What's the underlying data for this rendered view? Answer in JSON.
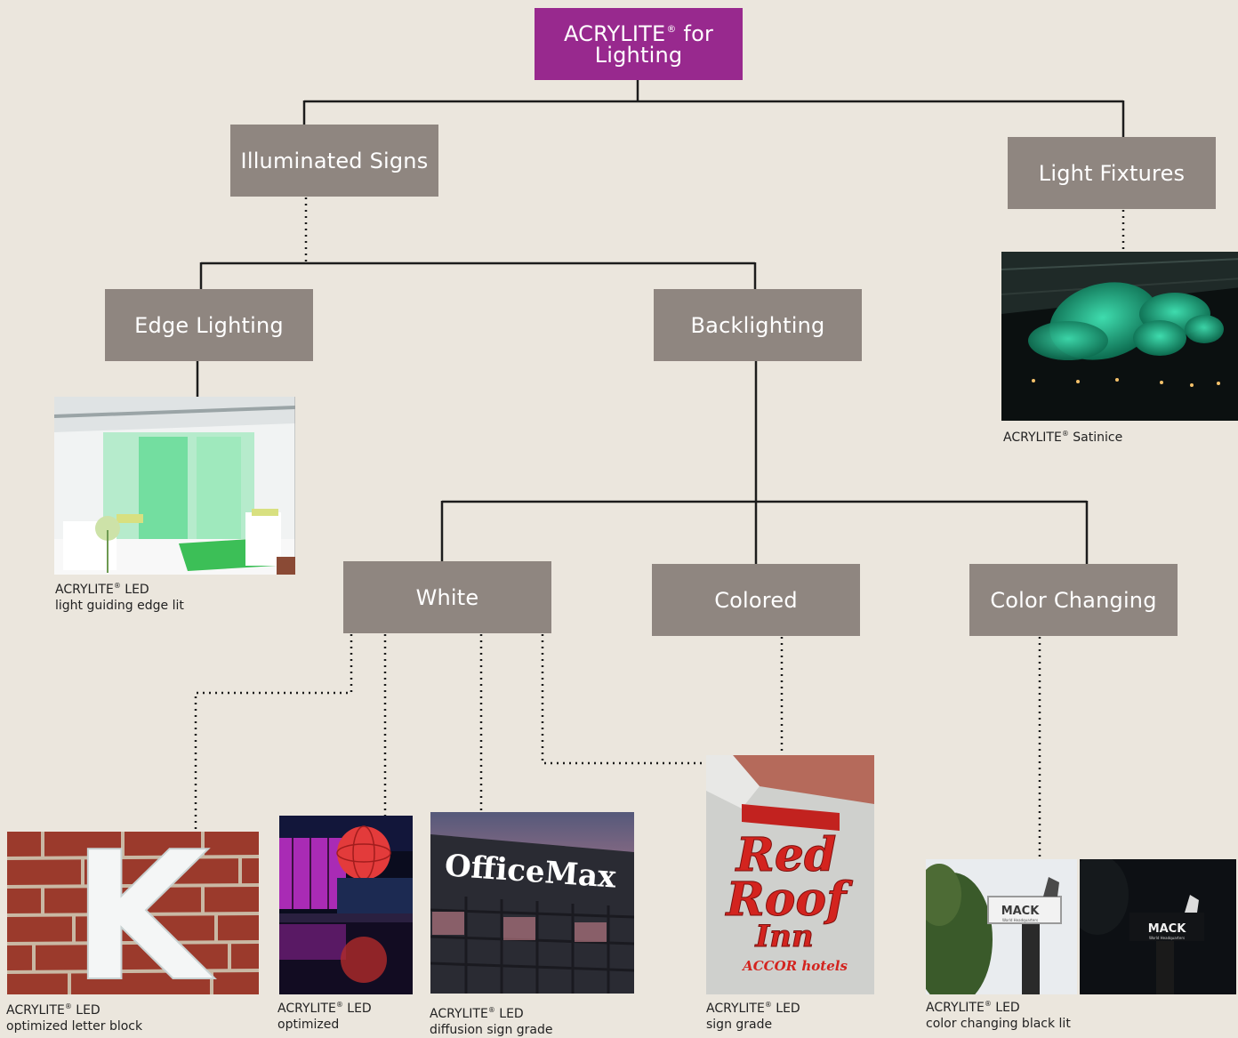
{
  "colors": {
    "background": "#ebe6dd",
    "box": "#8f8680",
    "root_box": "#98298e",
    "box_text": "#ffffff",
    "line": "#1c1c1c"
  },
  "root": {
    "line1": "ACRYLITE",
    "registered": "®",
    "line1_suffix": " for",
    "line2": "Lighting"
  },
  "nodes": {
    "illuminated_signs": "Illuminated Signs",
    "light_fixtures": "Light Fixtures",
    "edge_lighting": "Edge Lighting",
    "backlighting": "Backlighting",
    "white": "White",
    "colored": "Colored",
    "color_changing": "Color Changing"
  },
  "captions": {
    "satinice": {
      "brand": "ACRYLITE",
      "reg": "®",
      "product": " Satinice"
    },
    "edge_lit": {
      "brand": "ACRYLITE",
      "reg": "®",
      "product": " LED",
      "line2": "light guiding edge lit"
    },
    "letter_block": {
      "brand": "ACRYLITE",
      "reg": "®",
      "product": " LED",
      "line2": "optimized letter block"
    },
    "optimized": {
      "brand": "ACRYLITE",
      "reg": "®",
      "product": " LED",
      "line2": "optimized"
    },
    "diffusion": {
      "brand": "ACRYLITE",
      "reg": "®",
      "product": " LED",
      "line2": "diffusion sign grade"
    },
    "sign_grade": {
      "brand": "ACRYLITE",
      "reg": "®",
      "product": " LED",
      "line2": "sign grade"
    },
    "color_changing": {
      "brand": "ACRYLITE",
      "reg": "®",
      "product": " LED",
      "line2": "color changing black lit"
    }
  },
  "photo_text": {
    "letter": "K",
    "officemax": "OfficeMax",
    "red": "Red",
    "roof": "Roof",
    "inn": "Inn",
    "accor": "ACCOR hotels",
    "mack": "MACK",
    "mack_sub": "World Headquarters"
  }
}
